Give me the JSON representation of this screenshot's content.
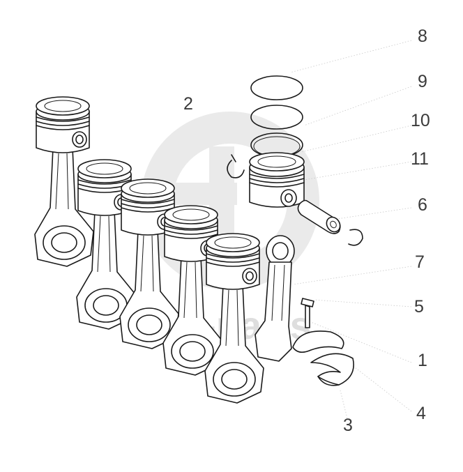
{
  "watermark": {
    "text": "date-parts",
    "color": "#d9d9d9"
  },
  "callouts": {
    "c1": "1",
    "c2": "2",
    "c3": "3",
    "c4": "4",
    "c5": "5",
    "c6": "6",
    "c7": "7",
    "c8": "8",
    "c9": "9",
    "c10": "10",
    "c11": "11"
  },
  "colors": {
    "line": "#1a1a1a",
    "label": "#3a3a3a",
    "background": "#ffffff"
  }
}
